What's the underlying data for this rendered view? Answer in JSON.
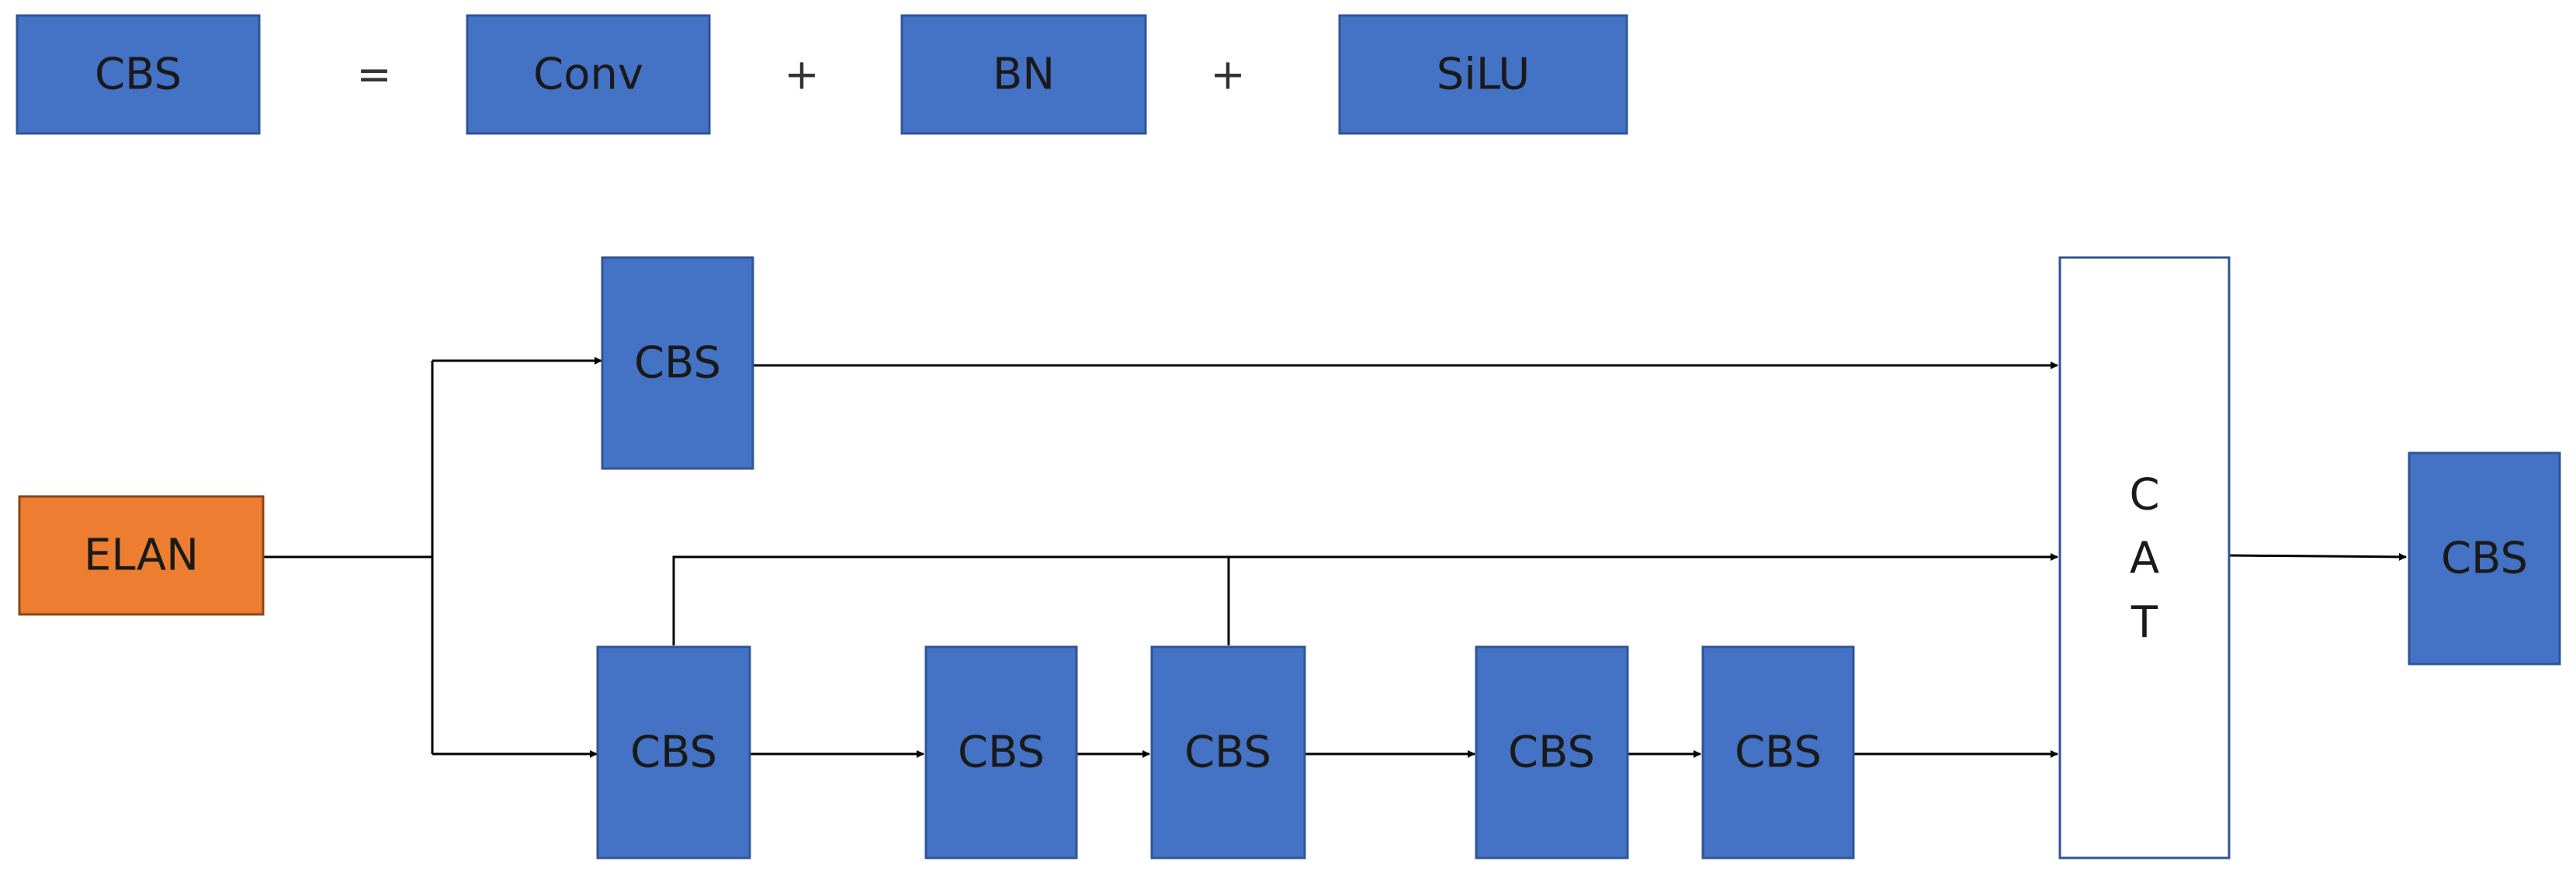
{
  "colors": {
    "module_fill": "#4472C4",
    "module_stroke": "#2F5597",
    "elan_fill": "#ED7D31",
    "elan_stroke": "#8B4513",
    "cat_fill": "#FFFFFF",
    "cat_stroke": "#2F5597",
    "line": "#000000",
    "text": "#1a1a1a"
  },
  "legend": {
    "lhs": "CBS",
    "equals": "=",
    "conv": "Conv",
    "plus_1": "+",
    "bn": "BN",
    "plus_2": "+",
    "silu": "SiLU"
  },
  "blocks": {
    "input": "ELAN",
    "top_branch": "CBS",
    "bottom_branch_1": "CBS",
    "bottom_branch_2": "CBS",
    "bottom_branch_3": "CBS",
    "bottom_branch_4": "CBS",
    "bottom_branch_5": "CBS",
    "cat_letter_1": "C",
    "cat_letter_2": "A",
    "cat_letter_3": "T",
    "output": "CBS"
  }
}
